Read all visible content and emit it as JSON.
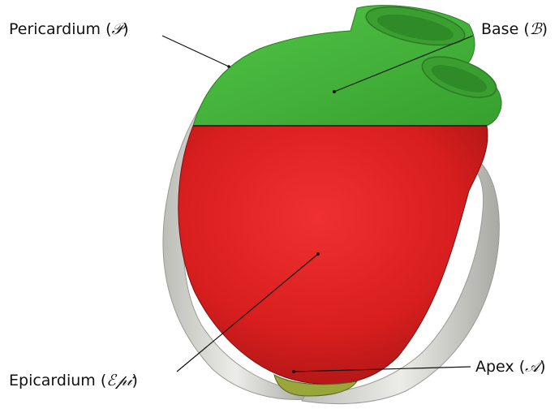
{
  "labels": {
    "pericardium": {
      "name": "Pericardium",
      "symbol": "𝒫"
    },
    "base": {
      "name": "Base",
      "symbol": "ℬ"
    },
    "epicardium": {
      "name": "Epicardium",
      "symbol": "ℰ𝓅𝒾"
    },
    "apex": {
      "name": "Apex",
      "symbol": "𝒜"
    }
  },
  "colors": {
    "base": "#46b83c",
    "epicardium": "#e02424",
    "apex": "#9aa63a",
    "pericardium": "#d9d9d4",
    "leader_line": "#111111"
  }
}
